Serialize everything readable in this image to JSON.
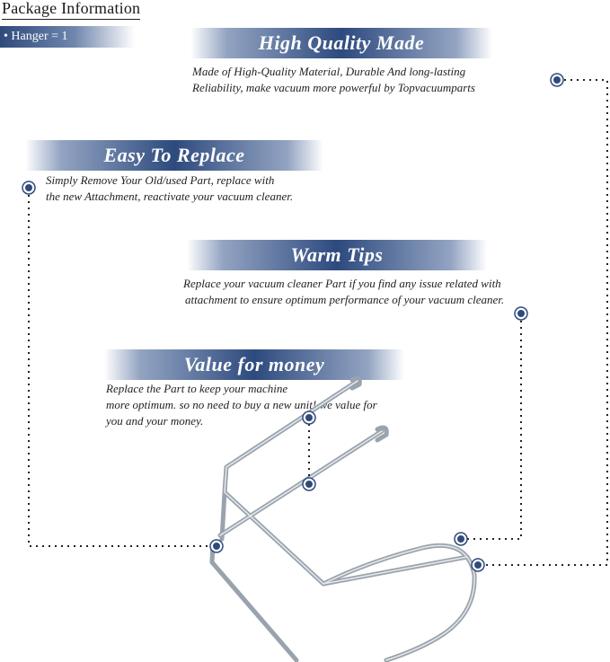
{
  "package": {
    "title": "Package Information",
    "hanger": "• Hanger = 1"
  },
  "sections": {
    "high_quality": {
      "heading": "High Quality Made",
      "line1": "Made of  High-Quality Material, Durable And long-lasting",
      "line2": "Reliability, make vacuum more powerful by Topvacuumparts"
    },
    "easy_replace": {
      "heading": "Easy To Replace",
      "line1": "Simply Remove Your Old/used Part, replace with",
      "line2": "the new Attachment, reactivate your vacuum cleaner."
    },
    "warm_tips": {
      "heading": "Warm Tips",
      "line1": "Replace your vacuum cleaner Part if you find any issue related with",
      "line2": "attachment to ensure optimum performance of your vacuum cleaner."
    },
    "value_money": {
      "heading": "Value for money",
      "line1": "Replace the Part to keep your machine",
      "line2": "more optimum. so no need to buy a new unit! we value for",
      "line3": "you and your money."
    }
  },
  "colors": {
    "banner_dark": "#2d4a7e",
    "dot_fill": "#2f4a7c",
    "wire": "#9aa3ad"
  },
  "icons": {
    "callout_marker": "callout-dot-icon",
    "product": "wire-hanger-image"
  }
}
